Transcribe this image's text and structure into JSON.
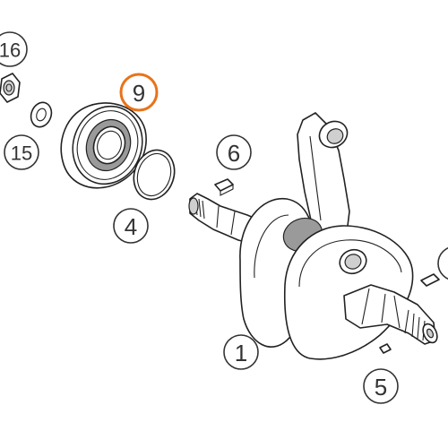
{
  "diagram": {
    "highlight_color": "#e8731a",
    "callouts": [
      {
        "key": "c16",
        "label": "16"
      },
      {
        "key": "c9",
        "label": "9",
        "highlighted": true
      },
      {
        "key": "c15",
        "label": "15"
      },
      {
        "key": "c6",
        "label": "6"
      },
      {
        "key": "c4",
        "label": "4"
      },
      {
        "key": "c1",
        "label": "1"
      },
      {
        "key": "c5",
        "label": "5"
      },
      {
        "key": "c_partial",
        "label": "6"
      }
    ]
  }
}
